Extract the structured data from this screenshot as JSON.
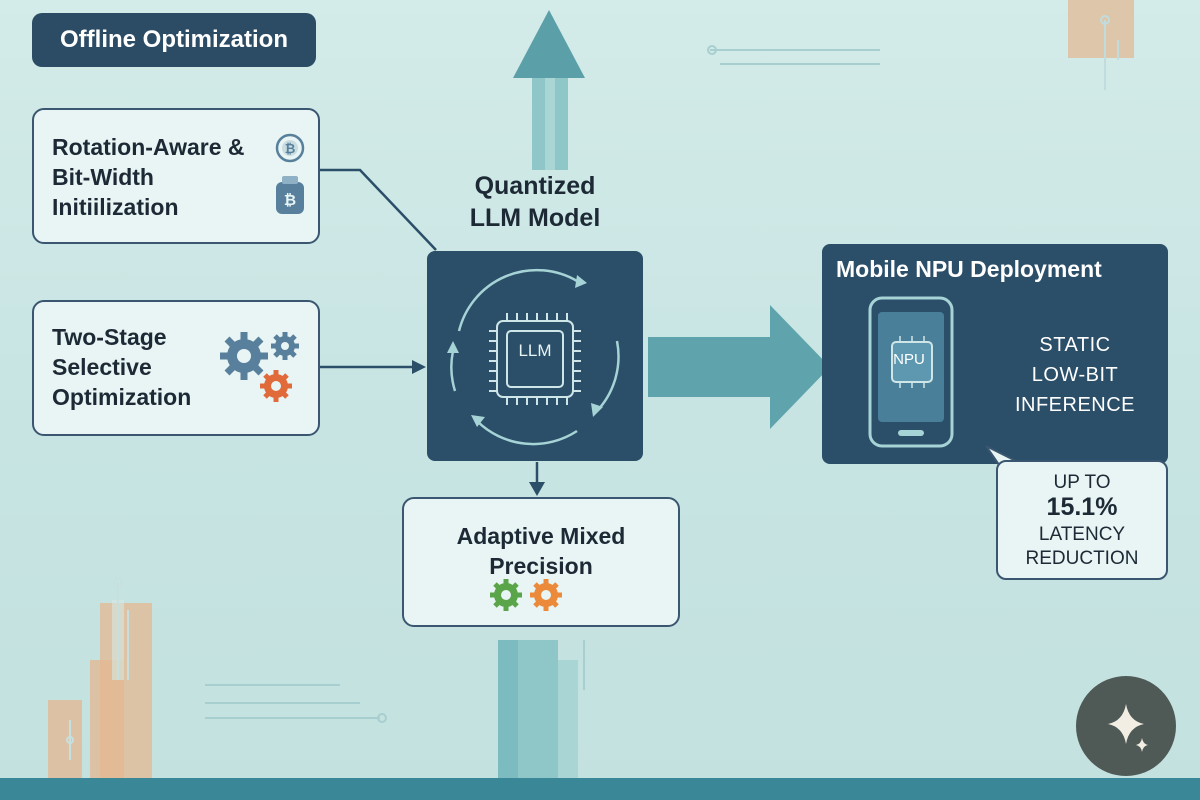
{
  "header": {
    "title": "Offline Optimization"
  },
  "inputs": {
    "rotation": {
      "lines": [
        "Rotation-Aware &",
        "Bit-Width",
        "Initiilization"
      ]
    },
    "two_stage": {
      "lines": [
        "Two-Stage",
        "Selective",
        "Optimization"
      ]
    }
  },
  "model": {
    "title_lines": [
      "Quantized",
      "LLM Model"
    ],
    "chip_label": "LLM"
  },
  "mixed_precision": {
    "lines": [
      "Adaptive Mixed",
      "Precision"
    ]
  },
  "deployment": {
    "title": "Mobile NPU Deployment",
    "npu_label": "NPU",
    "static_lines": [
      "STATIC",
      "LOW-BIT",
      "INFERENCE"
    ],
    "callout": {
      "line1": "UP TO",
      "value": "15.1%",
      "line3": "LATENCY",
      "line4": "REDUCTION"
    }
  },
  "colors": {
    "navy": "#2b4e69",
    "card_bg": "#e8f5f4",
    "teal_arrow": "#5fa4ad",
    "gear_gray": "#58809c",
    "gear_orange": "#e06a3a",
    "gear_green": "#5aa54a",
    "gear_orange2": "#eb8a3a"
  },
  "icons": [
    "bitcoin-coin-icon",
    "bitcoin-bag-icon",
    "gear-icon",
    "cpu-chip-icon",
    "smartphone-icon",
    "sparkle-icon"
  ]
}
